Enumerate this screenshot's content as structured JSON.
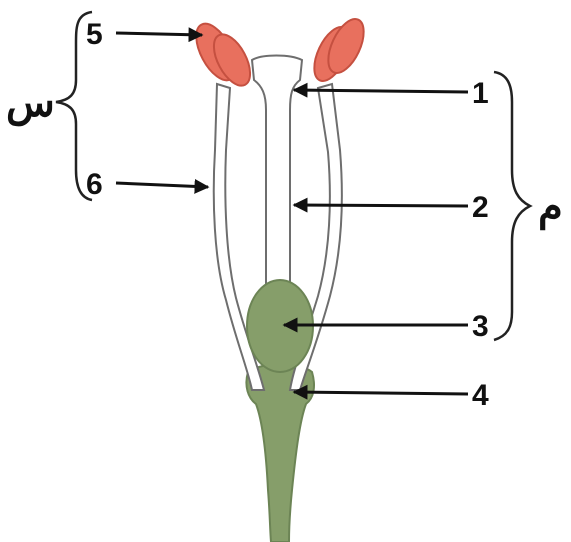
{
  "labels": {
    "n1": "1",
    "n2": "2",
    "n3": "3",
    "n4": "4",
    "n5": "5",
    "n6": "6",
    "group_left": "س",
    "group_right": "م"
  },
  "colors": {
    "anther": "#e8705e",
    "anther_outline": "#c55040",
    "ovary": "#869e6a",
    "ovary_outline": "#6c8455",
    "filament_outline": "#6e6e6e",
    "arrow": "#111111",
    "brace": "#222222"
  },
  "icons": {
    "arrow": "arrow-left-icon",
    "brace": "curly-brace-icon"
  }
}
